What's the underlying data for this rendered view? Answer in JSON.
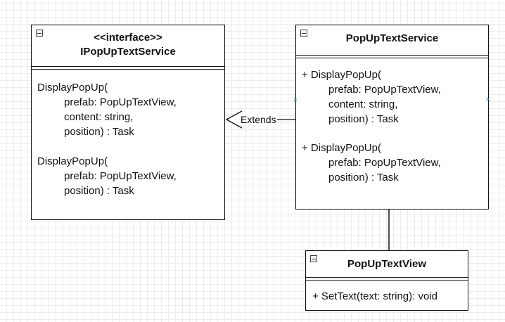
{
  "classes": {
    "interface": {
      "stereotype": "<<interface>>",
      "name": "IPopUpTextService",
      "methods": [
        {
          "lines": [
            "DisplayPopUp(",
            "prefab: PopUpTextView,",
            "content: string,",
            "position) : Task"
          ]
        },
        {
          "lines": [
            "DisplayPopUp(",
            "prefab: PopUpTextView,",
            "position) : Task"
          ]
        }
      ]
    },
    "service": {
      "name": "PopUpTextService",
      "methods": [
        {
          "lines": [
            "+ DisplayPopUp(",
            "prefab: PopUpTextView,",
            "content: string,",
            "position) : Task"
          ]
        },
        {
          "lines": [
            "+ DisplayPopUp(",
            "prefab: PopUpTextView,",
            "position) : Task"
          ]
        }
      ]
    },
    "view": {
      "name": "PopUpTextView",
      "methods": [
        {
          "lines": [
            "+ SetText(text: string): void"
          ]
        }
      ]
    }
  },
  "relations": {
    "extends_label": "Extends"
  },
  "colors": {
    "line": "#111111",
    "port_marker": "#1e8bd4",
    "grid": "#ececec"
  }
}
